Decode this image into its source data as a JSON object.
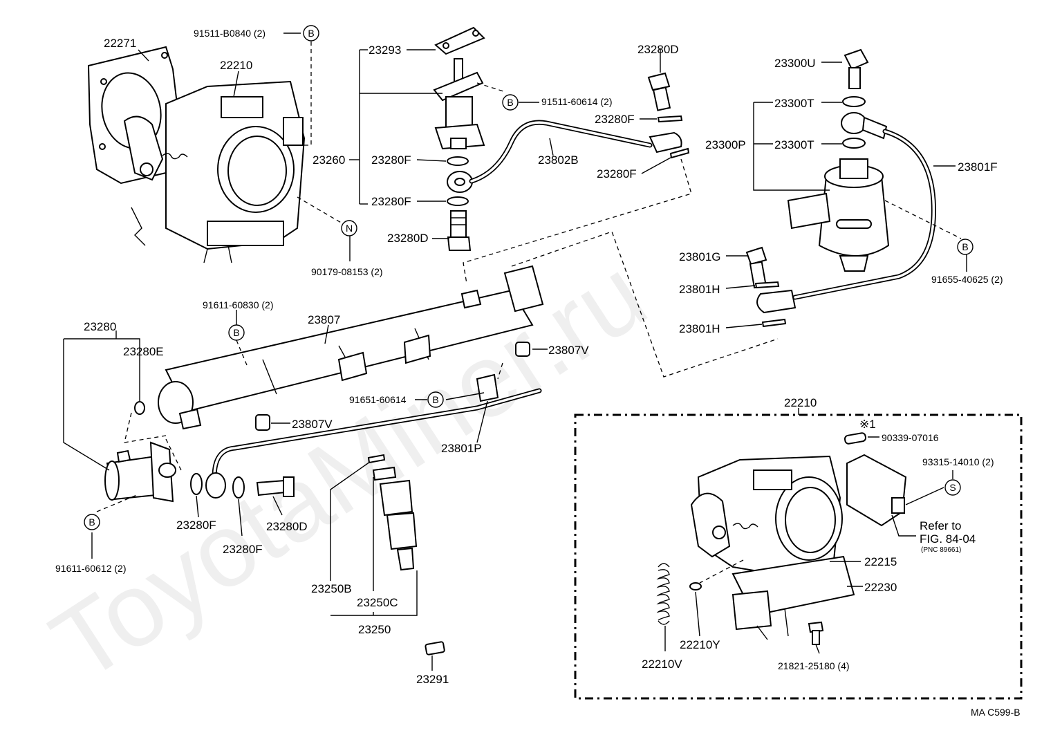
{
  "watermark": "ToyotaMiner.ru",
  "figure_code": "MA C599-B",
  "parts": {
    "p22271": "22271",
    "p22210_top": "22210",
    "p91511_B0840": "91511-B0840 (2)",
    "p90179": "90179-08153 (2)",
    "p23293": "23293",
    "p91511_60614": "91511-60614 (2)",
    "p23260": "23260",
    "p23280F_a": "23280F",
    "p23280F_b": "23280F",
    "p23280D_a": "23280D",
    "p23802B": "23802B",
    "p23280D_top": "23280D",
    "p23280F_c": "23280F",
    "p23280F_d": "23280F",
    "p23300U": "23300U",
    "p23300T_a": "23300T",
    "p23300P": "23300P",
    "p23300T_b": "23300T",
    "p23801F": "23801F",
    "p91655": "91655-40625 (2)",
    "p23801G": "23801G",
    "p23801H_a": "23801H",
    "p23801H_b": "23801H",
    "p91611_60830": "91611-60830 (2)",
    "p23807": "23807",
    "p23280": "23280",
    "p23280E": "23280E",
    "p23807V_a": "23807V",
    "p23807V_b": "23807V",
    "p91651": "91651-60614",
    "p23801P": "23801P",
    "p91611_60612": "91611-60612 (2)",
    "p23280F_e": "23280F",
    "p23280F_f": "23280F",
    "p23280D_b": "23280D",
    "p23250B": "23250B",
    "p23250C": "23250C",
    "p23250": "23250",
    "p23291": "23291",
    "p22210_box": "22210",
    "note_1": "※1",
    "p90339": "90339-07016",
    "p93315": "93315-14010 (2)",
    "refer_to": "Refer to",
    "fig_ref": "FIG. 84-04",
    "pnc_ref": "(PNC 89661)",
    "p22215": "22215",
    "p22230": "22230",
    "p22210Y": "22210Y",
    "p22210V": "22210V",
    "p21821": "21821-25180 (4)"
  },
  "callouts": {
    "b1": "B",
    "b2": "B",
    "b3": "B",
    "b4": "B",
    "b5": "B",
    "b6": "B",
    "n1": "N",
    "s1": "S"
  }
}
